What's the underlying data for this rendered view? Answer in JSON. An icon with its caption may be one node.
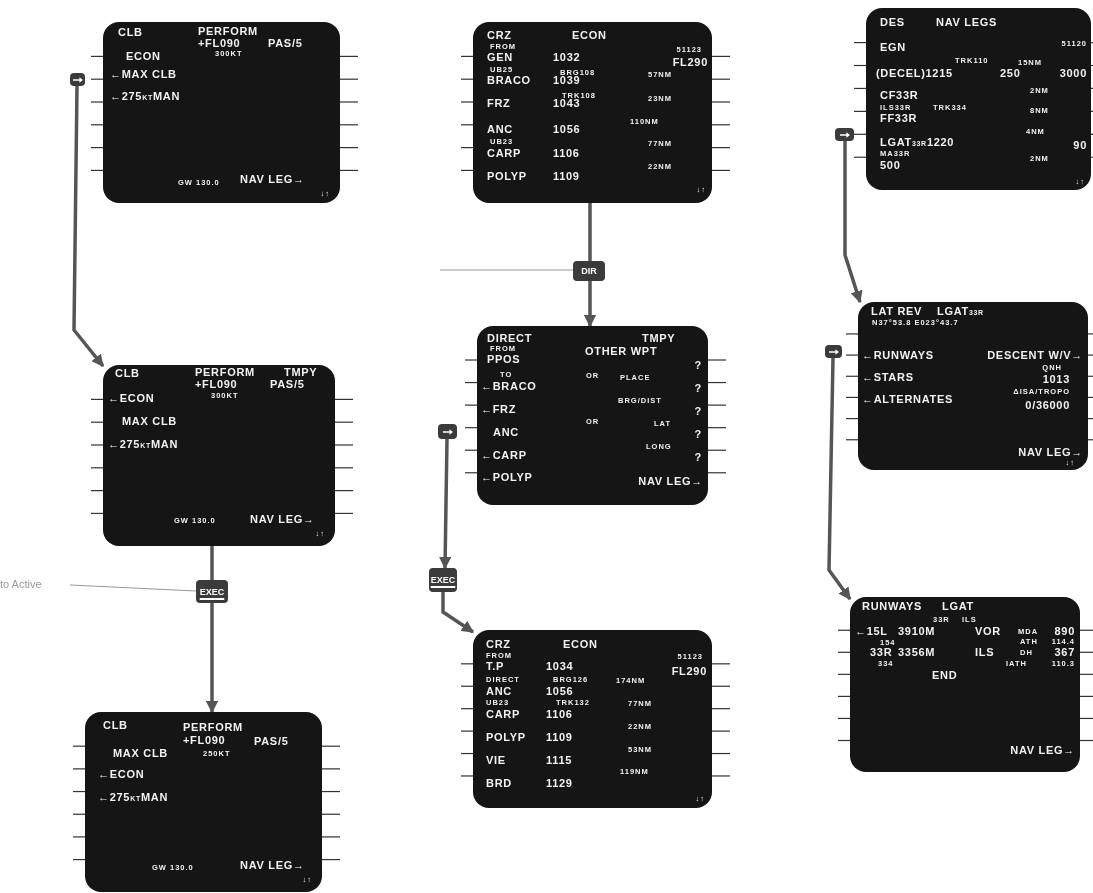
{
  "diagram": {
    "nodes": [
      {
        "text": [
          "CLB",
          "PERFORM",
          "+FL090",
          "PAS/5",
          "300KT",
          "ECON",
          "←MAX CLB",
          "←275$_{KT}$MAN",
          "GW 130.0",
          "NAV LEG→",
          "↓↑"
        ]
      },
      {
        "text": [],
        "shape": "box"
      },
      {
        "text": [
          "CLB",
          "PERFORM",
          "TMPY",
          "+FL090",
          "PAS/5",
          "300KT",
          "←ECON",
          "MAX CLB",
          "←275$_{KT}$MAN",
          "GW 130.0",
          "NAV LEG→",
          "↓↑"
        ]
      },
      {
        "text": [
          "to Active"
        ]
      },
      {
        "text": [
          "EXEC"
        ]
      },
      {
        "text": [
          "CLB",
          "PERFORM",
          "+FL090",
          "PAS/5",
          "MAX CLB",
          "250KT",
          "←ECON",
          "←275$_{KT}$MAN",
          "GW 130.0",
          "NAV LEG→",
          "↓↑"
        ]
      },
      {
        "text": [
          "CRZ",
          "ECON",
          "FROM",
          "51123",
          "GEN",
          "1032",
          "FL290",
          "UB25",
          "BRG108",
          "57NM",
          "BRACO",
          "1039",
          "TRK108",
          "23NM",
          "FRZ",
          "1043",
          "110NM",
          "ANC",
          "1056",
          "UB23",
          "77NM",
          "CARP",
          "1106",
          "22NM",
          "POLYP",
          "1109",
          "↓↑"
        ]
      },
      {
        "text": [
          "DIR"
        ]
      },
      {
        "text": [
          "DIRECT",
          "FROM",
          "PPOS",
          "TO",
          "←BRACO",
          "←FRZ",
          "ANC",
          "←CARP",
          "←POLYP",
          "TMPY",
          "OTHER WPT",
          "OR",
          "PLACE",
          "BRG/DIST",
          "OR",
          "LAT",
          "LONG",
          "?",
          "?",
          "?",
          "?",
          "?",
          "NAV LEG→"
        ]
      },
      {
        "text": [],
        "shape": "box"
      },
      {
        "text": [
          "EXEC"
        ]
      },
      {
        "text": [
          "CRZ",
          "ECON",
          "FROM",
          "51123",
          "T.P",
          "1034",
          "FL290",
          "DIRECT",
          "BRG126",
          "174NM",
          "ANC",
          "1056",
          "UB23",
          "TRK132",
          "77NM",
          "CARP",
          "1106",
          "22NM",
          "POLYP",
          "1109",
          "53NM",
          "VIE",
          "1115",
          "119NM",
          "BRD",
          "1129",
          "↓↑"
        ]
      },
      {
        "text": [
          "DES",
          "NAV LEGS",
          "51120",
          "EGN",
          "TRK110",
          "15NM",
          "(DECEL)1215",
          "250",
          "3000",
          "2NM",
          "CF33R",
          "ILS33R",
          "TRK334",
          "8NM",
          "FF33R",
          "4NM",
          "LGAT$_{33R}$1220",
          "MA33R",
          "90",
          "2NM",
          "500",
          "↓↑"
        ]
      },
      {
        "text": [],
        "shape": "box"
      },
      {
        "text": [
          "LAT REV",
          "LGAT$_{33R}$",
          "N37°53.8 E023°43.7",
          "←RUNWAYS",
          "←STARS",
          "←ALTERNATES",
          "DESCENT W/V→",
          "QNH",
          "1013",
          "ΔISA/TROPO",
          "0/36000",
          "NAV LEG→",
          "↓↑"
        ]
      },
      {
        "text": [],
        "shape": "box"
      },
      {
        "text": [
          "RUNWAYS",
          "LGAT",
          "33R",
          "ILS",
          "←15L",
          "3910M",
          "154",
          "VOR",
          "MDA",
          "890",
          "ATH",
          "114.4",
          "33R",
          "3356M",
          "334",
          "ILS",
          "DH",
          "367",
          "IATH",
          "110.3",
          "END",
          "NAV LEG→"
        ]
      }
    ],
    "edges": [
      {
        "from": 1,
        "to": 2,
        "arrow": "to"
      },
      {
        "from": 2,
        "to": 4,
        "arrow": "none"
      },
      {
        "from": 3,
        "to": 4,
        "arrow": "none",
        "color": "#999999"
      },
      {
        "from": 4,
        "to": 5,
        "arrow": "to"
      },
      {
        "from": 6,
        "to": 7,
        "arrow": "none"
      },
      {
        "from": null,
        "to": 7,
        "arrow": "none",
        "color": "#999999"
      },
      {
        "from": 7,
        "to": 8,
        "arrow": "to"
      },
      {
        "from": 9,
        "to": 10,
        "arrow": "to"
      },
      {
        "from": 10,
        "to": 11,
        "arrow": "to"
      },
      {
        "from": 13,
        "to": 14,
        "arrow": "to"
      },
      {
        "from": 15,
        "to": 16,
        "arrow": "to"
      }
    ]
  }
}
